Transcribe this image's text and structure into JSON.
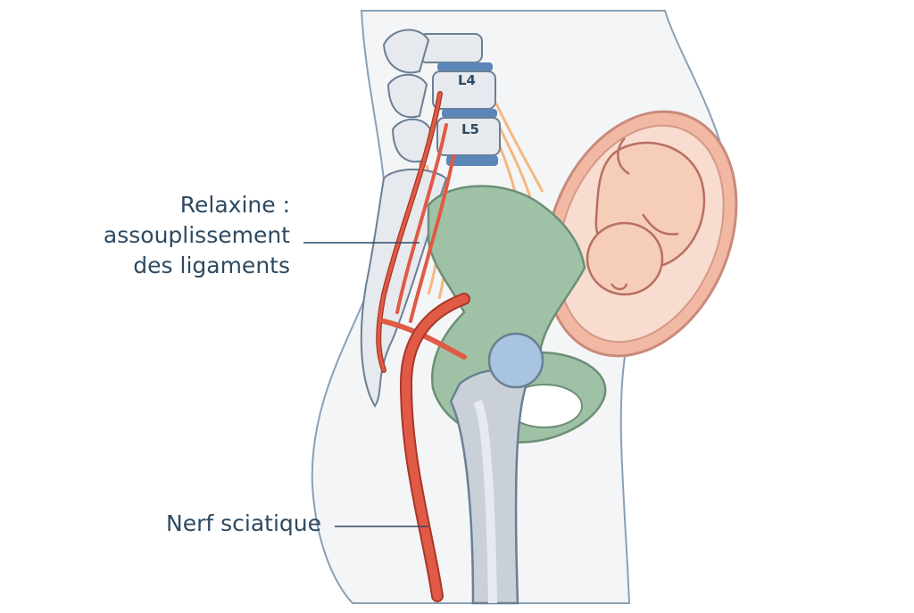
{
  "diagram": {
    "vertebra_labels": {
      "l4": "L4",
      "l5": "L5"
    },
    "callouts": {
      "relaxine": {
        "line1": "Relaxine :",
        "line2": "assouplissement",
        "line3": "des ligaments"
      },
      "sciatic": {
        "text": "Nerf sciatique"
      }
    }
  },
  "colors": {
    "outline": "#6b7f93",
    "body_fill": "#f4f5f7",
    "bone": "#e6eaee",
    "disc": "#5b86b8",
    "pelvis": "#9fc2a6",
    "femur": "#c9d0d8",
    "femoral_head": "#a8c4e0",
    "uterus_outer": "#f1b8a4",
    "fetus": "#f6cdb8",
    "nerve": "#e05a45",
    "ligament": "#f4b880",
    "label_text": "#2d4a63"
  }
}
